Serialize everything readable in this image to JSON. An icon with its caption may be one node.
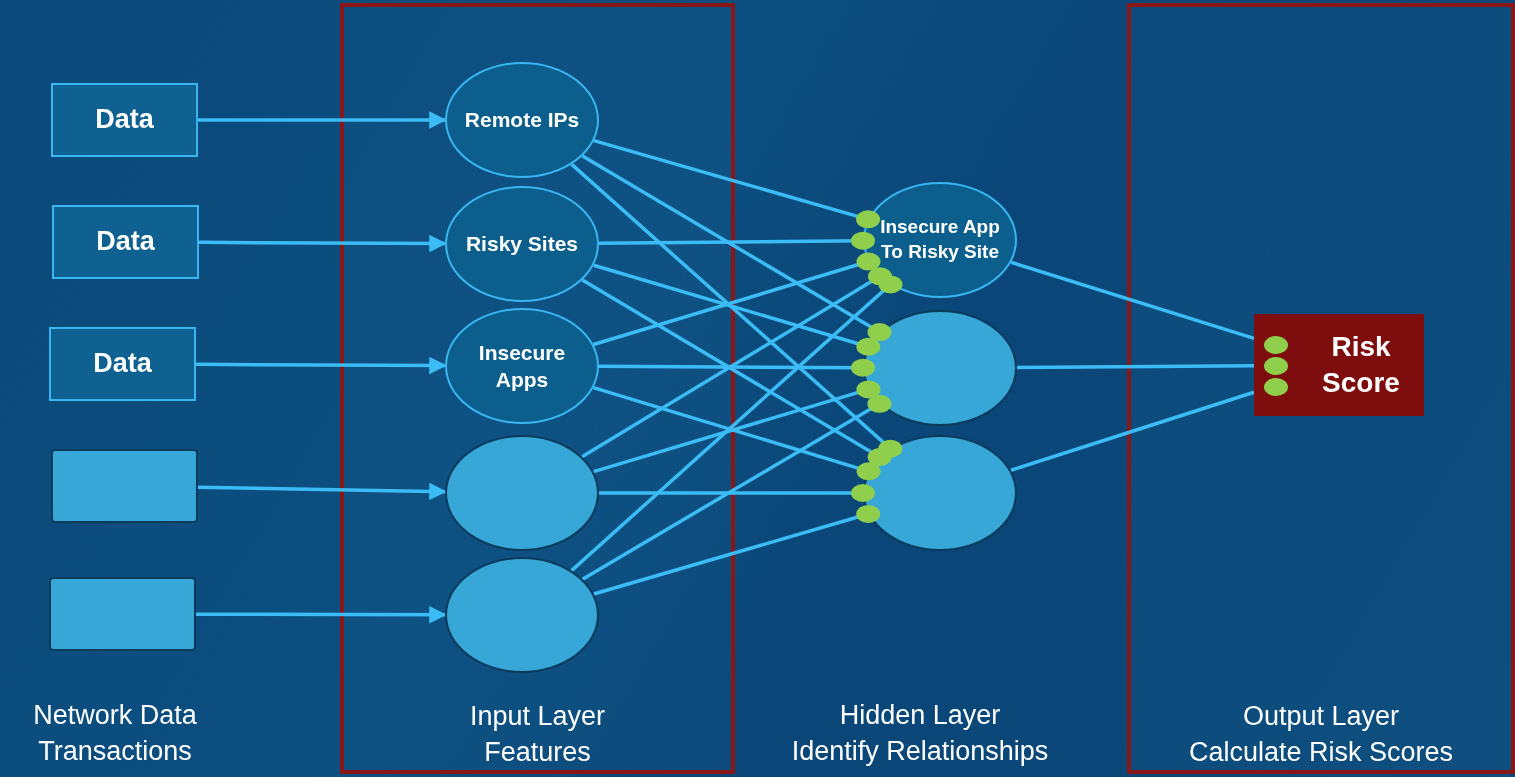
{
  "diagram": {
    "nodes": [
      {
        "text": [
          "Input Layer",
          "Features"
        ]
      },
      {
        "text": [
          "Output Layer",
          "Calculate Risk Scores"
        ]
      },
      {
        "text": [
          "Data"
        ]
      },
      {
        "text": [
          "Data"
        ]
      },
      {
        "text": [
          "Data"
        ]
      },
      {
        "text": [],
        "shape": "box"
      },
      {
        "text": [],
        "shape": "box"
      },
      {
        "text": [
          "Remote IPs"
        ],
        "in": 0
      },
      {
        "text": [
          "Risky Sites"
        ],
        "in": 0
      },
      {
        "text": [
          "Insecure Apps"
        ],
        "in": 0
      },
      {
        "text": [],
        "shape": "circle",
        "in": 0
      },
      {
        "text": [],
        "shape": "circle",
        "in": 0
      },
      {
        "text": [
          "Insecure App To Risky Site"
        ]
      },
      {
        "text": [],
        "shape": "circle"
      },
      {
        "text": [],
        "shape": "circle"
      },
      {
        "text": [
          "Risk Score"
        ],
        "in": 1
      }
    ],
    "edges": [
      {
        "from": 2,
        "to": 7,
        "arrow": "to"
      },
      {
        "from": 3,
        "to": 8,
        "arrow": "to"
      },
      {
        "from": 4,
        "to": 9,
        "arrow": "to"
      },
      {
        "from": 5,
        "to": 10,
        "arrow": "to"
      },
      {
        "from": 6,
        "to": 11,
        "arrow": "to"
      },
      {
        "from": 7,
        "to": 12,
        "arrow": "none"
      },
      {
        "from": 7,
        "to": 13,
        "arrow": "none"
      },
      {
        "from": 7,
        "to": 14,
        "arrow": "none"
      },
      {
        "from": 8,
        "to": 12,
        "arrow": "none"
      },
      {
        "from": 8,
        "to": 13,
        "arrow": "none"
      },
      {
        "from": 8,
        "to": 14,
        "arrow": "none"
      },
      {
        "from": 9,
        "to": 12,
        "arrow": "none"
      },
      {
        "from": 9,
        "to": 13,
        "arrow": "none"
      },
      {
        "from": 9,
        "to": 14,
        "arrow": "none"
      },
      {
        "from": 10,
        "to": 12,
        "arrow": "none"
      },
      {
        "from": 10,
        "to": 13,
        "arrow": "none"
      },
      {
        "from": 10,
        "to": 14,
        "arrow": "none"
      },
      {
        "from": 11,
        "to": 12,
        "arrow": "none"
      },
      {
        "from": 11,
        "to": 13,
        "arrow": "none"
      },
      {
        "from": 11,
        "to": 14,
        "arrow": "none"
      },
      {
        "from": 12,
        "to": 15,
        "arrow": "none"
      },
      {
        "from": 13,
        "to": 15,
        "arrow": "none"
      },
      {
        "from": 14,
        "to": 15,
        "arrow": "none"
      }
    ],
    "labels": [
      "Network Data Transactions",
      "Hidden Layer",
      "Identify Relationships"
    ]
  }
}
